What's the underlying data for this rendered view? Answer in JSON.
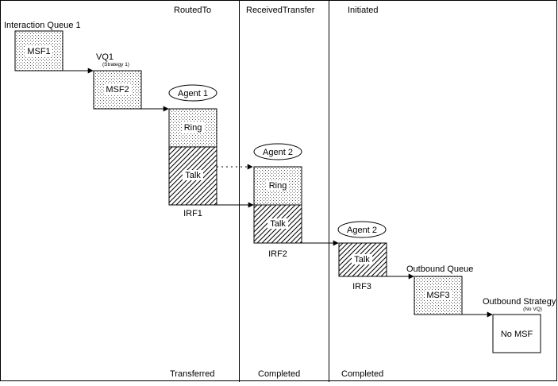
{
  "columns": {
    "routed_to": "RoutedTo",
    "received_transfer": "ReceivedTransfer",
    "initiated": "Initiated"
  },
  "footers": {
    "transferred": "Transferred",
    "completed_1": "Completed",
    "completed_2": "Completed"
  },
  "labels": {
    "interaction_queue": "Interaction Queue 1",
    "vq1": "VQ1",
    "vq1_strategy": "(Strategy 1)",
    "agent1": "Agent 1",
    "agent2_a": "Agent 2",
    "agent2_b": "Agent 2",
    "outbound_queue": "Outbound Queue",
    "outbound_strategy": "Outbound Strategy",
    "outbound_no_vq": "(No VQ)",
    "irf1": "IRF1",
    "irf2": "IRF2",
    "irf3": "IRF3"
  },
  "boxes": {
    "msf1": "MSF1",
    "msf2": "MSF2",
    "ring1": "Ring",
    "talk1": "Talk",
    "ring2": "Ring",
    "talk2": "Talk",
    "talk3": "Talk",
    "msf3": "MSF3",
    "no_msf": "No MSF"
  }
}
